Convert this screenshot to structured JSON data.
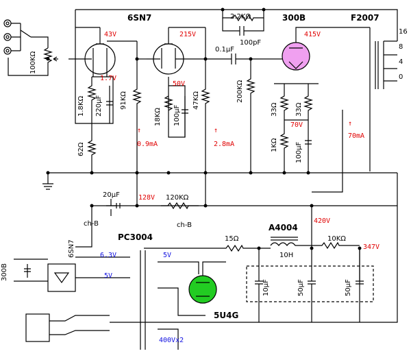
{
  "tubes": {
    "input_tube": "6SN7",
    "output_tube": "300B",
    "rectifier": "5U4G"
  },
  "transformers": {
    "output": "F2007",
    "power": "PC3004",
    "choke": "A4004",
    "choke_value": "10H"
  },
  "taps": [
    "16",
    "8",
    "4",
    "0"
  ],
  "components": {
    "r_feedback": "2.2KΩ",
    "c_feedback": "100pF",
    "c_coupling": "0.1μF",
    "r_volume": "100KΩ",
    "r_k1a": "1.8KΩ",
    "c_k1": "220μF",
    "r_k1b": "62Ω",
    "r_plate1": "91KΩ",
    "r_k2": "18KΩ",
    "c_k2": "100μF",
    "r_plate2": "47KΩ",
    "r_grid_out": "200KΩ",
    "r_fil1": "33Ω",
    "r_fil2": "33Ω",
    "r_k_out": "1KΩ",
    "c_k_out": "100μF",
    "c_decouple": "20μF",
    "r_decouple": "120KΩ",
    "r_input": "15Ω",
    "r_filter": "10KΩ",
    "c_f1": "10μF",
    "c_f2": "50μF",
    "c_f3": "50μF"
  },
  "voltages": {
    "v1": "43V",
    "v2": "215V",
    "v3": "415V",
    "v4": "1.7V",
    "v5": "50V",
    "v6": "70V",
    "v7": "128V",
    "v8": "420V",
    "v9": "347V"
  },
  "currents": {
    "i1": "0.9mA",
    "i2": "2.8mA",
    "i3": "70mA"
  },
  "windings": {
    "fil1": "6.3V",
    "fil2": "5V",
    "fil3": "5V",
    "hv": "400Vx2"
  },
  "labels": {
    "chb1": "ch-B",
    "chb2": "ch-B",
    "side_6sn7": "6SN7",
    "side_300b": "300B",
    "arrow": "↑"
  }
}
